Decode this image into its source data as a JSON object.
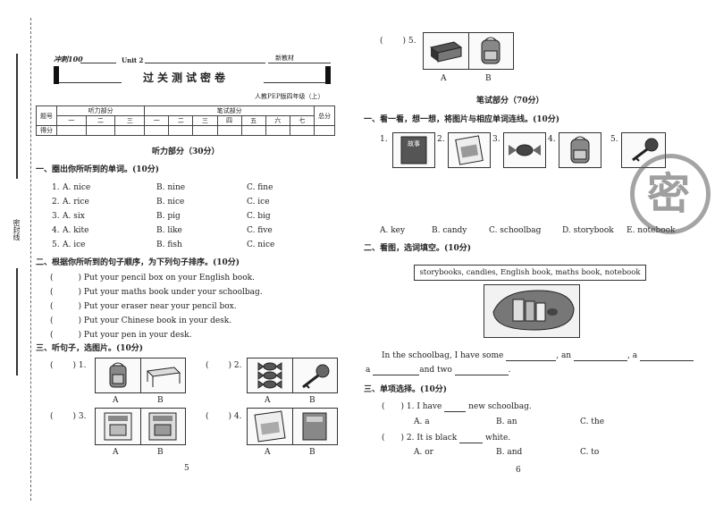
{
  "header": {
    "brand": "冲刺100",
    "unit": "Unit 2",
    "edition": "新教材",
    "title": "过关测试密卷",
    "grade": "人教PEP版四年级（上）"
  },
  "score_table": {
    "label_item": "题号",
    "label_listen": "听力部分",
    "label_write": "笔试部分",
    "label_total": "总分",
    "label_score": "得分",
    "cols": [
      "一",
      "二",
      "三",
      "一",
      "二",
      "三",
      "四",
      "五",
      "六",
      "七"
    ]
  },
  "margin_text": "密封线",
  "listening": {
    "title": "听力部分（30分）",
    "q1": {
      "title": "一、圈出你所听到的单词。(10分)",
      "rows": [
        {
          "n": "1.",
          "a": "A. nice",
          "b": "B. nine",
          "c": "C. fine"
        },
        {
          "n": "2.",
          "a": "A. rice",
          "b": "B. nice",
          "c": "C. ice"
        },
        {
          "n": "3.",
          "a": "A. six",
          "b": "B. pig",
          "c": "C. big"
        },
        {
          "n": "4.",
          "a": "A. kite",
          "b": "B. like",
          "c": "C. five"
        },
        {
          "n": "5.",
          "a": "A. ice",
          "b": "B. fish",
          "c": "C. nice"
        }
      ]
    },
    "q2": {
      "title": "二、根据你所听到的句子顺序，为下列句子排序。(10分)",
      "items": [
        "Put your pencil box on your English book.",
        "Put your maths book under your schoolbag.",
        "Put your eraser near your pencil box.",
        "Put your Chinese book in your desk.",
        "Put your pen in your desk."
      ]
    },
    "q3": {
      "title": "三、听句子，选图片。(10分)",
      "items": [
        {
          "n": "1."
        },
        {
          "n": "2."
        },
        {
          "n": "3."
        },
        {
          "n": "4."
        }
      ],
      "opt_a": "A",
      "opt_b": "B"
    }
  },
  "page_left": "5",
  "page_right": "6",
  "right": {
    "q5_num": "5.",
    "opt_a": "A",
    "opt_b": "B",
    "writing_title": "笔试部分（70分）",
    "w1": {
      "title": "一、看一看，想一想，将图片与相应单词连线。(10分)",
      "nums": [
        "1.",
        "2.",
        "3.",
        "4.",
        "5."
      ],
      "book_label": "故事",
      "words": [
        "A. key",
        "B. candy",
        "C. schoolbag",
        "D. storybook",
        "E. notebook"
      ]
    },
    "w2": {
      "title": "二、看图，选词填空。(10分)",
      "word_box": "storybooks, candies, English book, maths book, notebook",
      "line1": "In the schoolbag, I have some",
      "line1_an": ", an",
      "line1_a": ", a",
      "line2_a": "a",
      "line2_and": "and two",
      "line2_end": "."
    },
    "w3": {
      "title": "三、单项选择。(10分)",
      "q1": {
        "n": "1. I have",
        "rest": "new schoolbag.",
        "a": "A. a",
        "b": "B. an",
        "c": "C. the"
      },
      "q2": {
        "n": "2. It is black",
        "rest": "white.",
        "a": "A. or",
        "b": "B. and",
        "c": "C. to"
      }
    },
    "stamp": "密"
  }
}
